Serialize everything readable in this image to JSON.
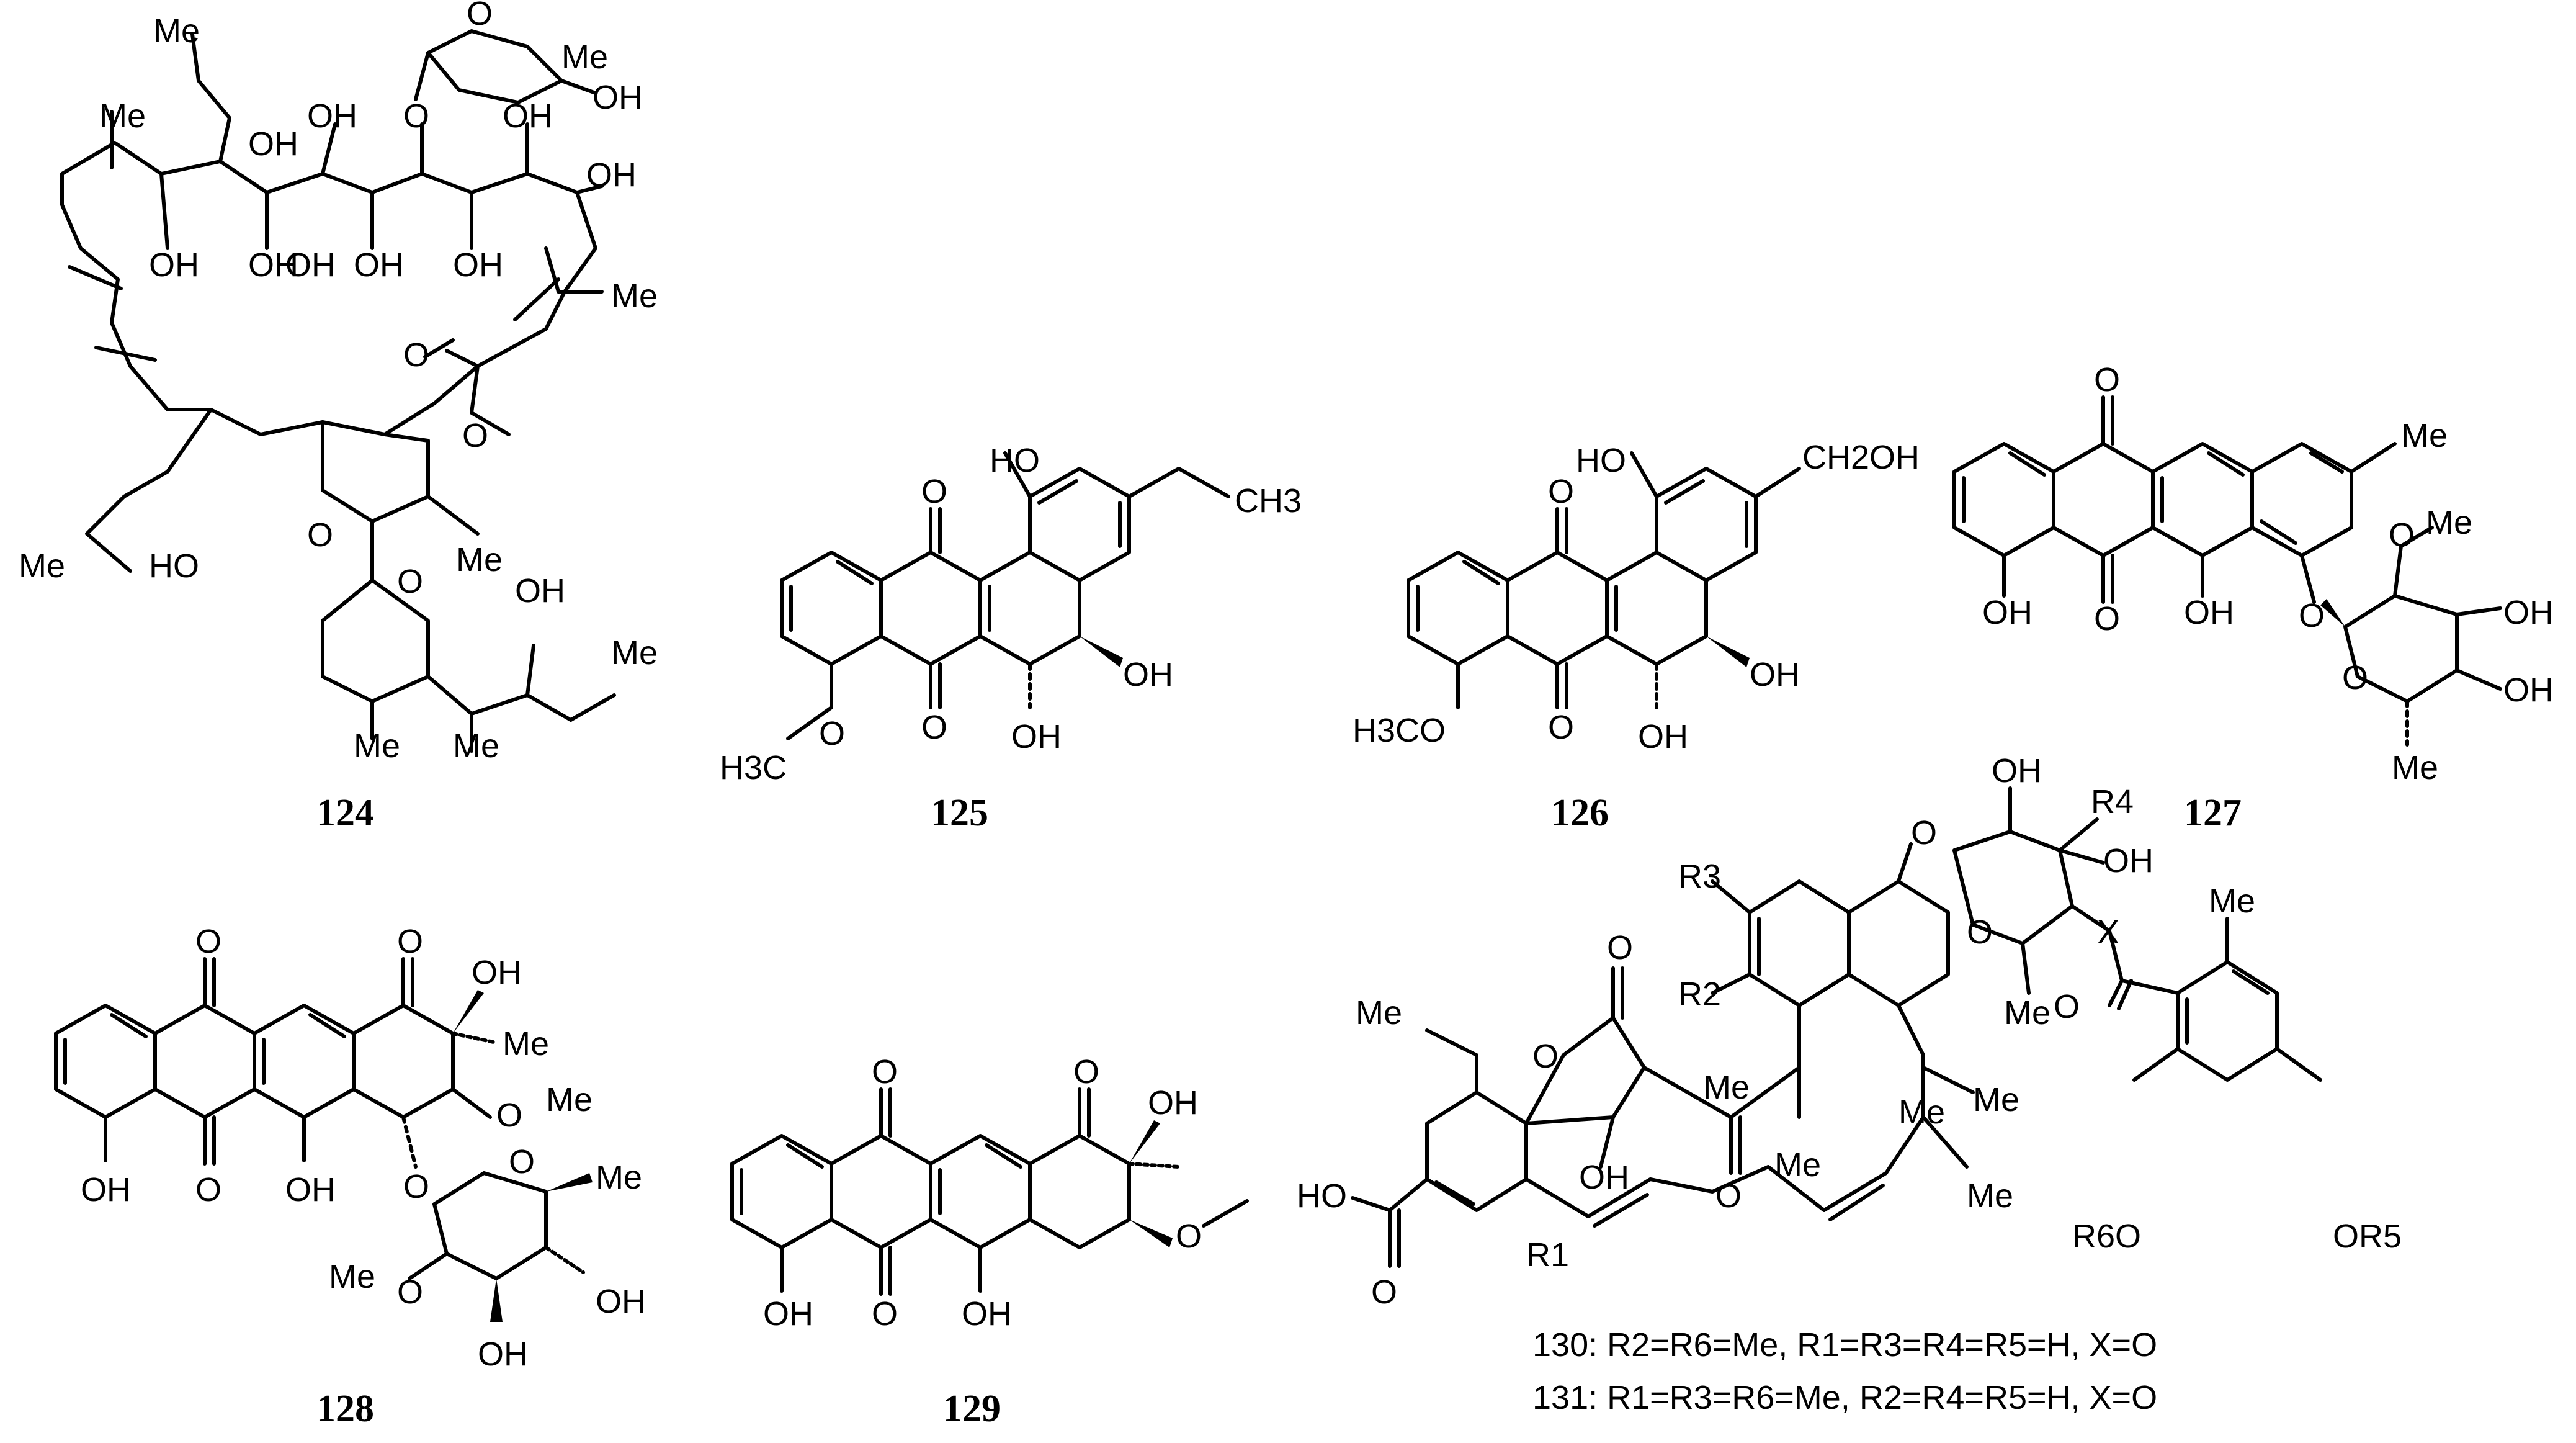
{
  "compounds": [
    {
      "id": "124",
      "labels": [
        "Me",
        "O",
        "Me",
        "OH",
        "O",
        "OH",
        "OH",
        "OH",
        "Me",
        "OH",
        "OH",
        "OH",
        "OH",
        "OH",
        "OH",
        "Me",
        "O",
        "O",
        "O",
        "O",
        "Me",
        "OH",
        "Me",
        "HO",
        "Me",
        "Me",
        "Me"
      ]
    },
    {
      "id": "125",
      "labels": [
        "HO",
        "CH3",
        "O",
        "OH",
        "O",
        "OH",
        "H3C",
        "O"
      ]
    },
    {
      "id": "126",
      "labels": [
        "HO",
        "CH2OH",
        "O",
        "OH",
        "O",
        "OH",
        "H3CO"
      ]
    },
    {
      "id": "127",
      "labels": [
        "O",
        "Me",
        "OH",
        "O",
        "OH",
        "O",
        "O",
        "Me",
        "OH",
        "O",
        "OH",
        "Me"
      ]
    },
    {
      "id": "128",
      "labels": [
        "O",
        "O",
        "OH",
        "Me",
        "O",
        "Me",
        "OH",
        "O",
        "OH",
        "O",
        "O",
        "Me",
        "Me",
        "O",
        "OH",
        "OH"
      ]
    },
    {
      "id": "129",
      "labels": [
        "O",
        "O",
        "OH",
        "O",
        "OH",
        "O",
        "OH"
      ]
    },
    {
      "id": "130/131",
      "labels": [
        "OH",
        "R4",
        "R3",
        "O",
        "O",
        "OH",
        "O",
        "R2",
        "X",
        "Me",
        "Me",
        "O",
        "Me",
        "Me",
        "O",
        "Me",
        "HO",
        "OH",
        "O",
        "Me",
        "R6O",
        "OR5",
        "O",
        "R1",
        "Me",
        "Me"
      ]
    }
  ],
  "formulas": {
    "line130": {
      "id": "130",
      "text": ": R2=R6=Me, R1=R3=R4=R5=H, X=O"
    },
    "line131": {
      "id": "131",
      "text": ": R1=R3=R6=Me, R2=R4=R5=H, X=O"
    }
  }
}
